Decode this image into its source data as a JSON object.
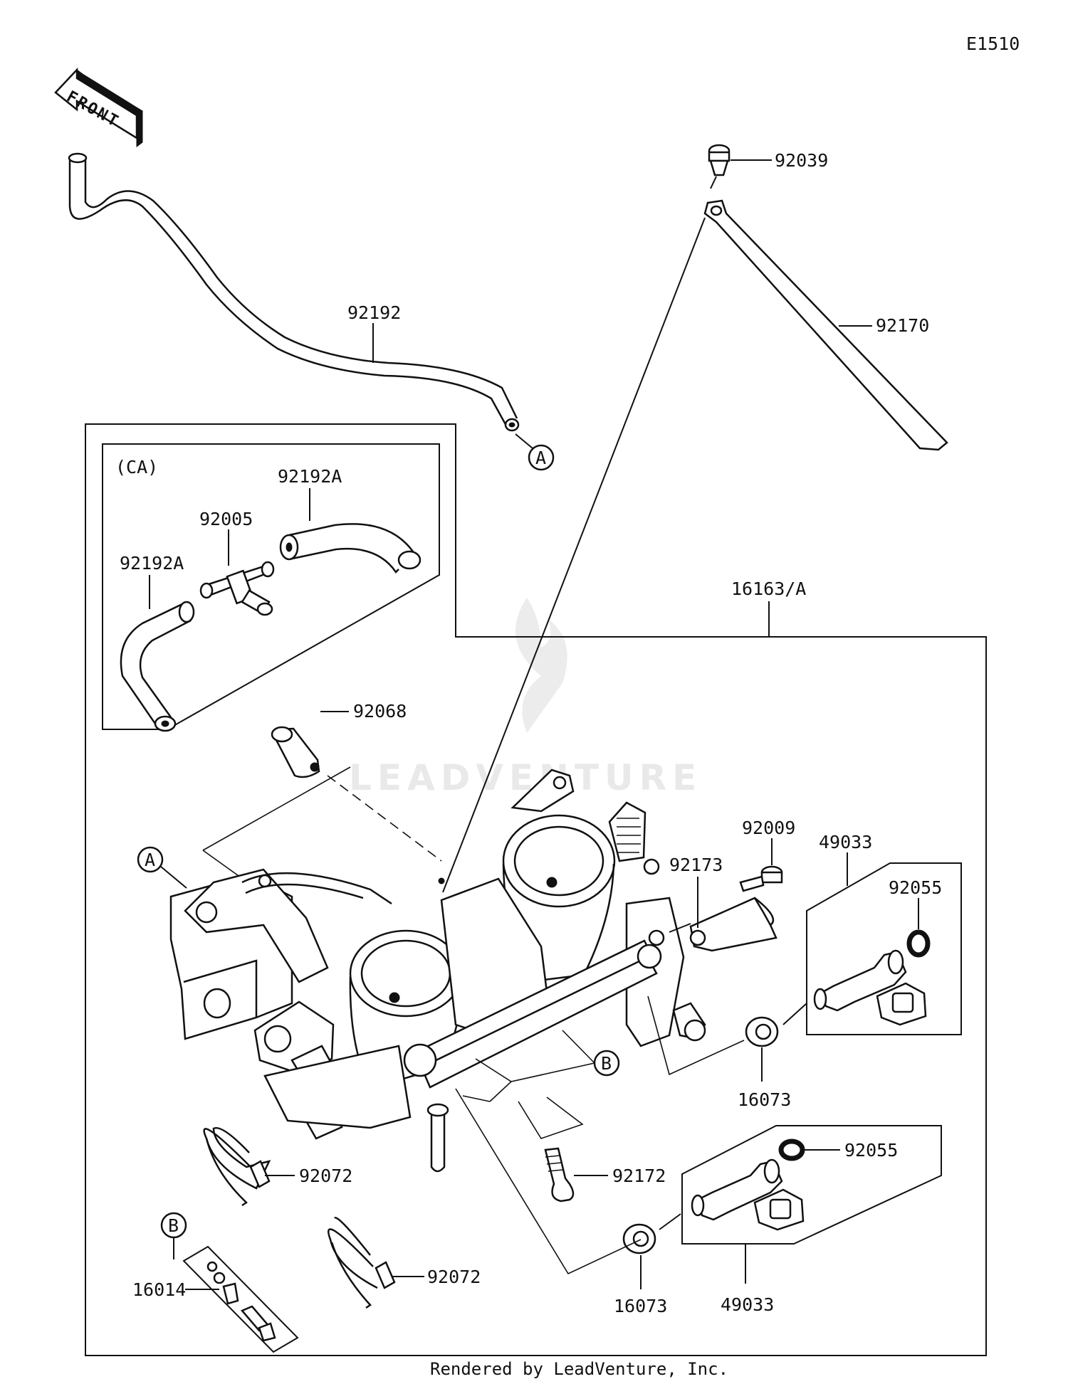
{
  "diagram": {
    "code": "E1510",
    "front_label": "FRONT",
    "ca_label": "(CA)",
    "watermark": "LEADVENTURE",
    "footer": "Rendered by LeadVenture, Inc.",
    "callouts": {
      "a_main": "A",
      "a_hose": "A",
      "b_main": "B",
      "b_kit": "B"
    },
    "parts": {
      "p92039": "92039",
      "p92170": "92170",
      "p92192": "92192",
      "p92192A_top": "92192A",
      "p92192A_left": "92192A",
      "p92005": "92005",
      "p16163": "16163/A",
      "p92068": "92068",
      "p92009": "92009",
      "p49033_top": "49033",
      "p92173": "92173",
      "p92055_top": "92055",
      "p16073_top": "16073",
      "p92172": "92172",
      "p92055_bottom": "92055",
      "p92072_top": "92072",
      "p92072_bottom": "92072",
      "p16014": "16014",
      "p16073_bottom": "16073",
      "p49033_bottom": "49033"
    }
  }
}
